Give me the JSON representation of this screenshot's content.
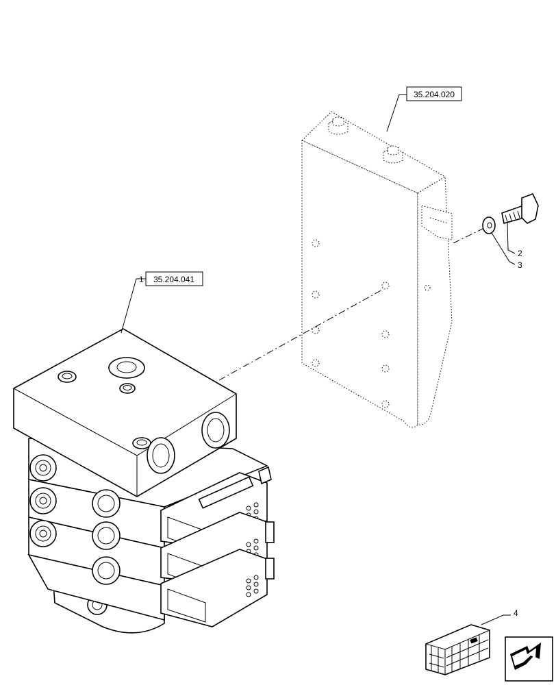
{
  "references": {
    "bracket_ref": "35.204.020",
    "valve_ref": "35.204.041"
  },
  "callouts": {
    "item1": "1",
    "item2": "2",
    "item3": "3",
    "item4": "4"
  },
  "icons": {
    "kit_box": "kit-box-icon",
    "navigation": "next-page-arrow-icon"
  }
}
